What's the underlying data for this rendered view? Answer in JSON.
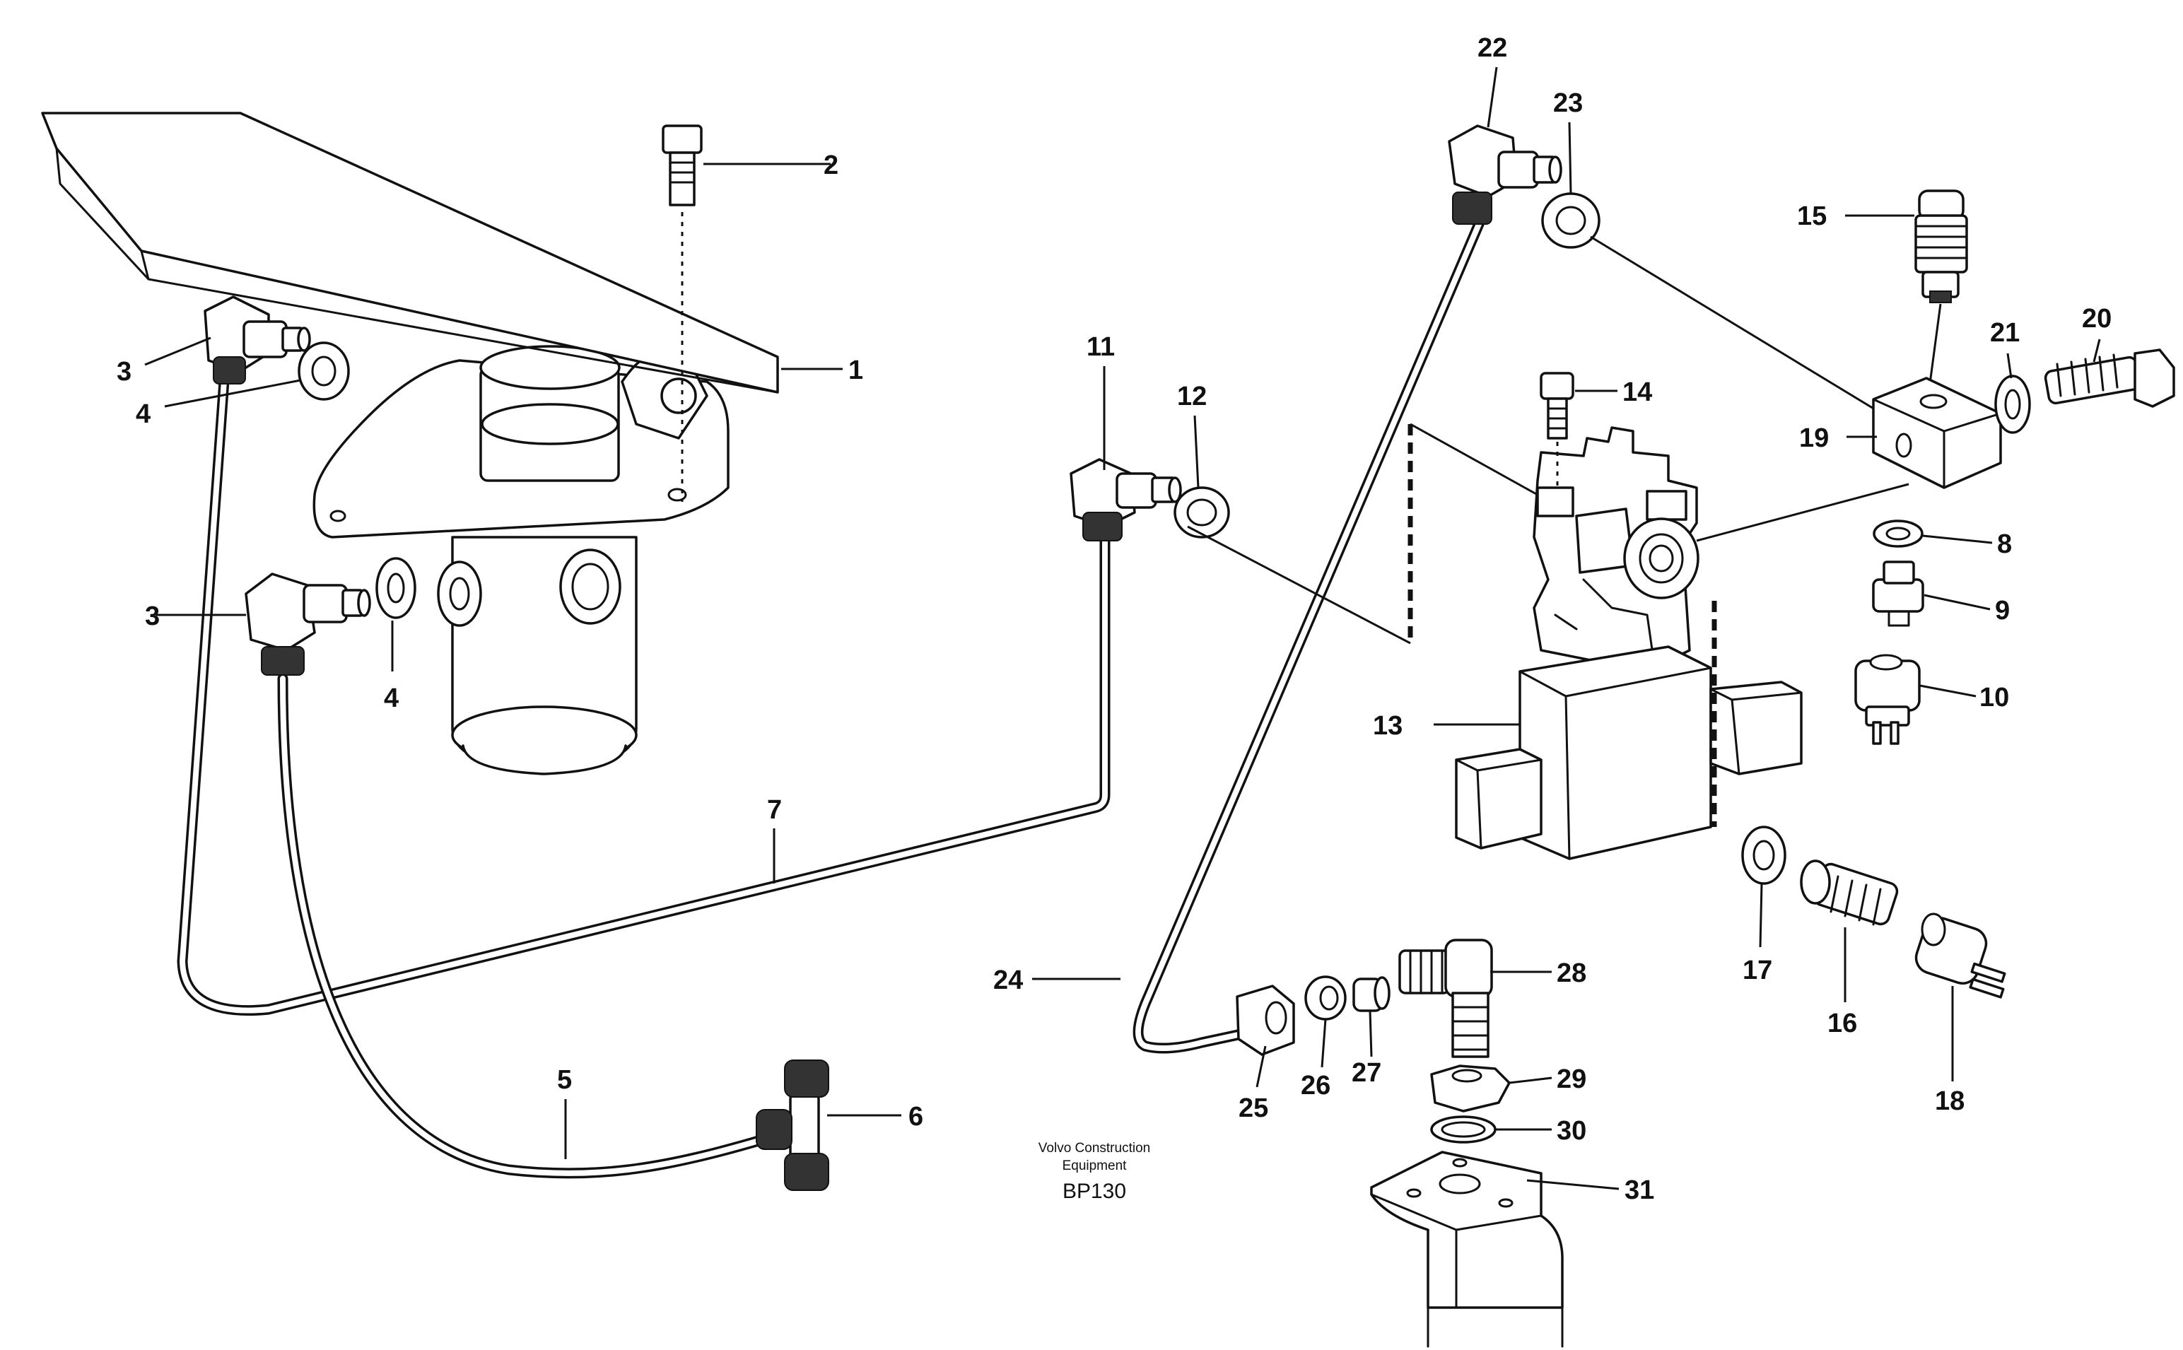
{
  "callouts": {
    "c1": "1",
    "c2": "2",
    "c3a": "3",
    "c3b": "3",
    "c4a": "4",
    "c4b": "4",
    "c5": "5",
    "c6": "6",
    "c7": "7",
    "c8": "8",
    "c9": "9",
    "c10": "10",
    "c11": "11",
    "c12": "12",
    "c13": "13",
    "c14": "14",
    "c15": "15",
    "c16": "16",
    "c17": "17",
    "c18": "18",
    "c19": "19",
    "c20": "20",
    "c21": "21",
    "c22": "22",
    "c23": "23",
    "c24": "24",
    "c25": "25",
    "c26": "26",
    "c27": "27",
    "c28": "28",
    "c29": "29",
    "c30": "30",
    "c31": "31"
  },
  "caption": {
    "line1": "Volvo Construction",
    "line2": "Equipment",
    "code": "BP130"
  }
}
